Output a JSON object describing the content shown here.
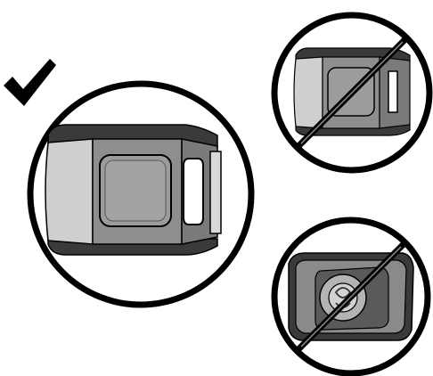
{
  "figure": {
    "panels": [
      {
        "id": "correct",
        "verdict": "allowed",
        "marker": "checkmark-icon",
        "subject": "buckle-clip-correct-orientation"
      },
      {
        "id": "wrong-1",
        "verdict": "prohibited",
        "marker": "prohibited-icon",
        "subject": "buckle-clip-small-view"
      },
      {
        "id": "wrong-2",
        "verdict": "prohibited",
        "marker": "prohibited-icon",
        "subject": "buckle-clip-rotated-view"
      }
    ]
  },
  "colors": {
    "stroke": "#000000",
    "device_dark": "#3a3a3a",
    "device_mid": "#8e8e8e",
    "device_light": "#c9c9c9",
    "device_face": "#9c9c9c",
    "background": "#ffffff"
  }
}
